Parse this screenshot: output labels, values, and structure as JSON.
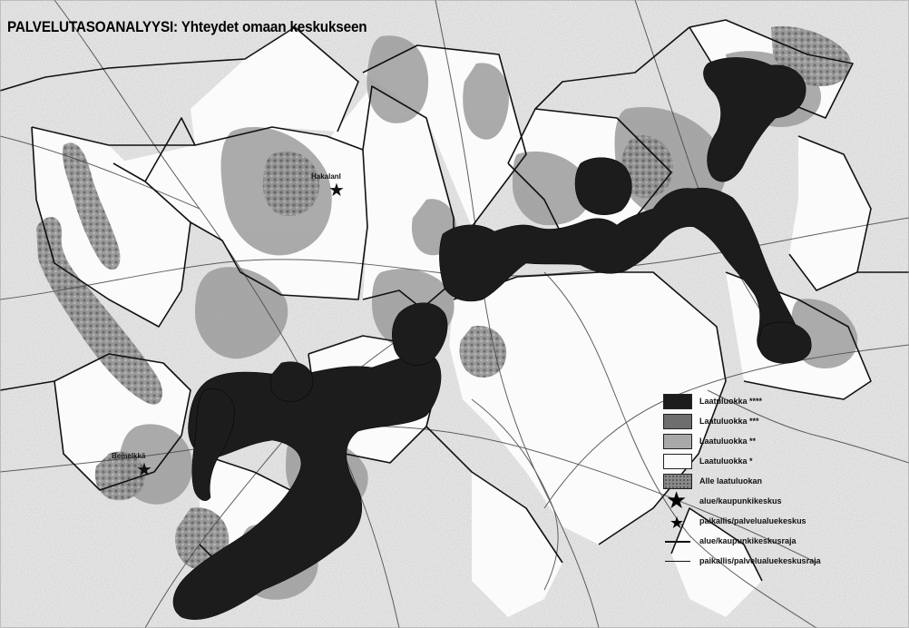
{
  "title": "PALVELUTASOANALYYSI: Yhteydet omaan keskukseen",
  "places": [
    {
      "name": "Hakalanl"
    },
    {
      "name": "Bemelkkä"
    }
  ],
  "legend": {
    "items": [
      {
        "kind": "swatch",
        "label": "Laatuluokka ****",
        "color": "#1c1c1c"
      },
      {
        "kind": "swatch",
        "label": "Laatuluokka ***",
        "color": "#6e6e6e"
      },
      {
        "kind": "swatch",
        "label": "Laatuluokka **",
        "color": "#a9a9a9"
      },
      {
        "kind": "swatch",
        "label": "Laatuluokka *",
        "color": "#fafafa"
      },
      {
        "kind": "swatch",
        "label": "Alle laatuluokan",
        "color": "#8a8a8a"
      },
      {
        "kind": "star-large",
        "label": "alue/kaupunkikeskus",
        "icon": "large-star-icon"
      },
      {
        "kind": "star-small",
        "label": "paikallis/palvelualuekeskus",
        "icon": "small-star-icon"
      },
      {
        "kind": "line-thick",
        "label": "alue/kaupunkikeskusraja"
      },
      {
        "kind": "line-thin",
        "label": "paikallis/palvelualuekeskusraja"
      }
    ]
  }
}
